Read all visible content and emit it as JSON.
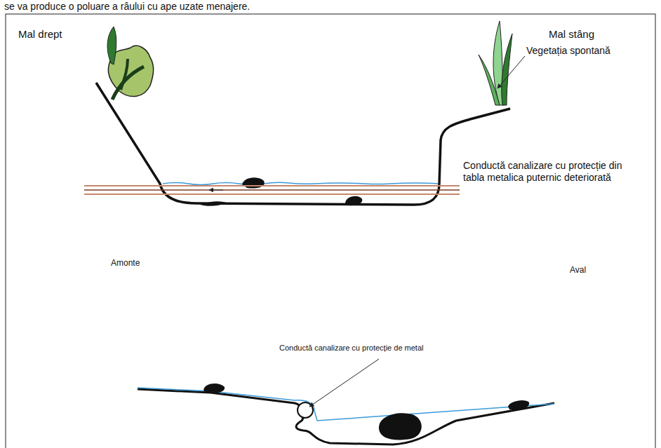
{
  "diagram": {
    "labels": [
      "se va produce o poluare a râului cu ape uzate menajere.",
      "Mal drept",
      "Mal stâng",
      "Vegetația spontană",
      "Conductă canalizare cu protecție din tabla metalica puternic deteriorată",
      "Amonte",
      "Aval",
      "Conductă canalizare cu protecție de metal"
    ]
  }
}
